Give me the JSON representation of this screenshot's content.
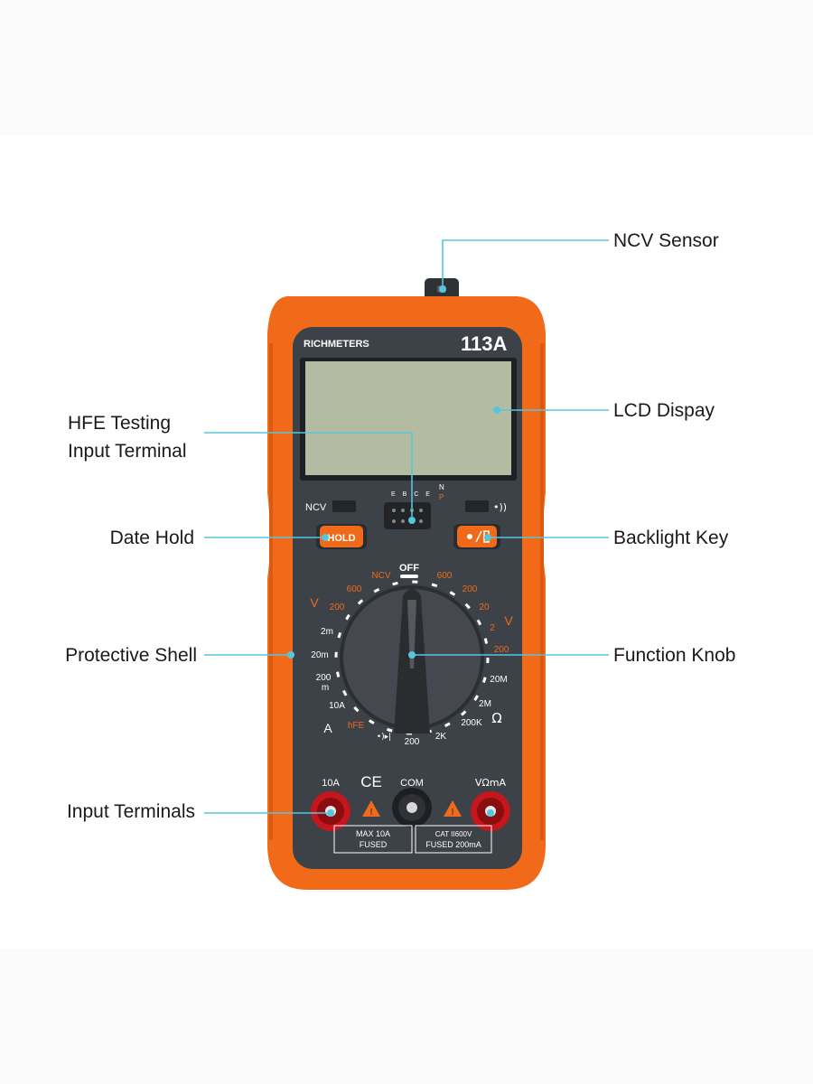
{
  "device": {
    "brand": "RICHMETERS",
    "model": "113A",
    "buttons": {
      "hold": "HOLD"
    },
    "ncv_label": "NCV",
    "hfe_socket": {
      "top": "E B C E",
      "np_n": "N",
      "np_p": "P"
    },
    "dial": {
      "off": "OFF",
      "dcv_symbol": "V",
      "acv_symbol": "V",
      "dca_symbol": "A",
      "ohm_symbol": "Ω",
      "labels_orange": [
        "NCV",
        "600",
        "600",
        "200",
        "200",
        "20",
        "2",
        "200",
        "hFE"
      ],
      "labels_white": [
        "2m",
        "20m",
        "200",
        "m",
        "10A",
        "200",
        "2K",
        "200K",
        "2M",
        "20M"
      ]
    },
    "terminals": {
      "left_label": "10A",
      "com_label": "COM",
      "right_label": "VΩmA",
      "ce_mark": "CE",
      "left_rating": [
        "MAX 10A",
        "FUSED"
      ],
      "right_rating": [
        "CAT II600V",
        "FUSED  200mA"
      ]
    }
  },
  "callouts": {
    "ncv_sensor": "NCV Sensor",
    "lcd_display": "LCD Dispay",
    "hfe_testing": [
      "HFE Testing",
      "Input Terminal"
    ],
    "date_hold": "Date Hold",
    "backlight_key": "Backlight Key",
    "protective_shell": "Protective Shell",
    "function_knob": "Function Knob",
    "input_terminals": "Input Terminals"
  },
  "colors": {
    "shell_orange": "#f06a1a",
    "panel_grey": "#3d4248",
    "lcd_green": "#b3bba0",
    "leader_line": "#57c5dc",
    "terminal_red": "#c4161c"
  }
}
